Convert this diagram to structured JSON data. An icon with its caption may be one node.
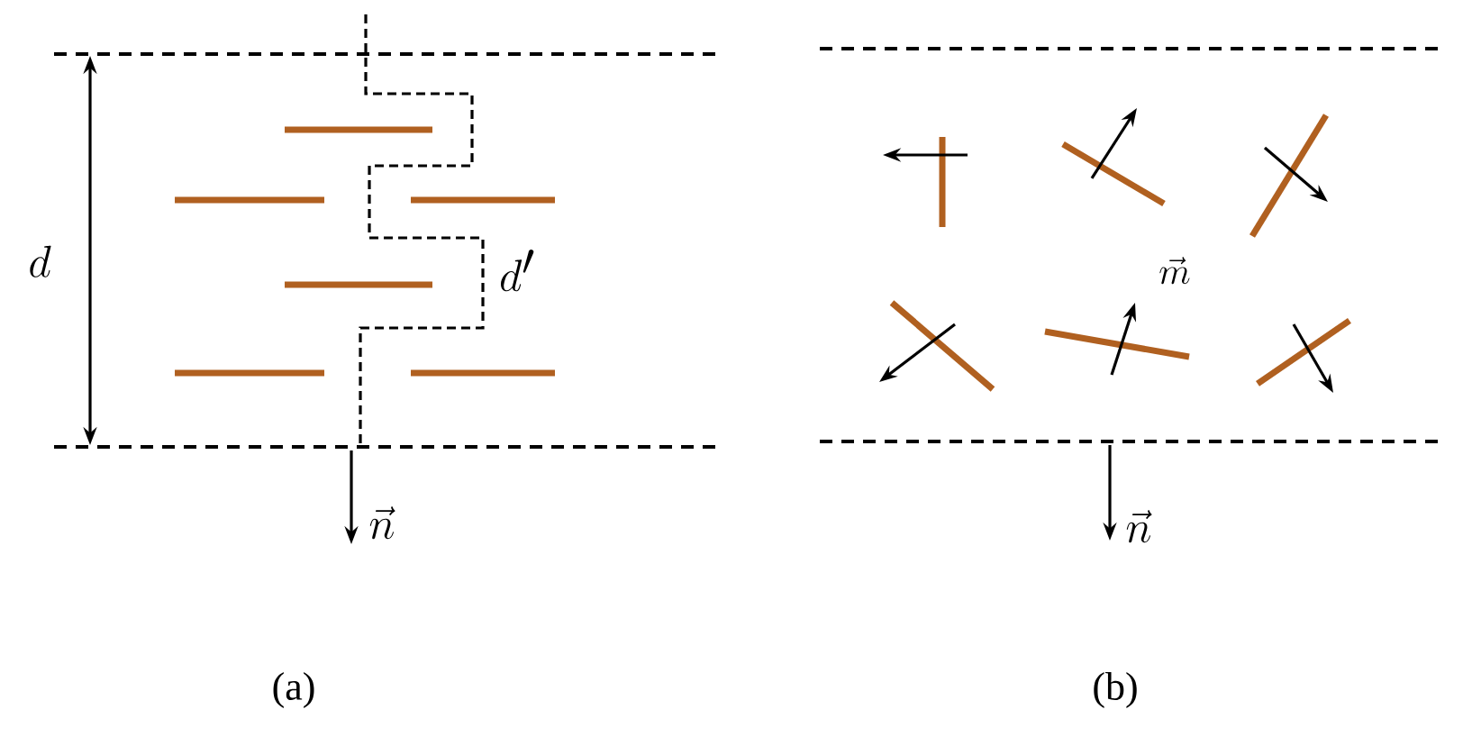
{
  "diagram": {
    "labels": [
      "d",
      "d'",
      "\\vec{n}",
      "(a)",
      "\\vec{m}",
      "\\vec{n}",
      "(b)"
    ]
  }
}
